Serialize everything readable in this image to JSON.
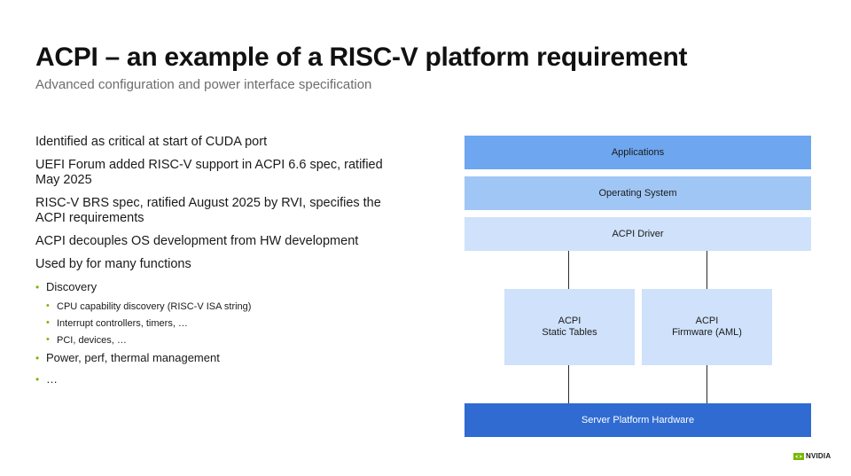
{
  "slide": {
    "title": "ACPI – an example of a RISC-V platform requirement",
    "subtitle": "Advanced configuration and power interface specification"
  },
  "bullets": {
    "l1_a": "Identified as critical at start of CUDA port",
    "l1_b": "UEFI Forum added RISC-V support in ACPI 6.6 spec, ratified May 2025",
    "l1_c": "RISC-V BRS spec, ratified August 2025 by RVI, specifies the  ACPI requirements",
    "l1_d": "ACPI decouples OS development from HW development",
    "l1_e": "Used by for many functions",
    "l2_discovery": "Discovery",
    "l3_cpu": "CPU capability discovery (RISC-V ISA string)",
    "l3_interrupt": "Interrupt controllers, timers, …",
    "l3_pci": "PCI, devices, …",
    "l2_power": "Power, perf, thermal management",
    "l2_more": "…",
    "bullet_glyph": "•"
  },
  "diagram": {
    "applications": "Applications",
    "os": "Operating System",
    "driver": "ACPI Driver",
    "static_line1": "ACPI",
    "static_line2": "Static Tables",
    "aml_line1": "ACPI",
    "aml_line2": "Firmware (AML)",
    "hardware": "Server Platform Hardware"
  },
  "brand": {
    "logo_text": "NVIDIA"
  },
  "colors": {
    "accent_green": "#76b900",
    "applications": "#6ea6ef",
    "os": "#a0c6f5",
    "light": "#cfe1fb",
    "hardware": "#2f6bd1"
  }
}
